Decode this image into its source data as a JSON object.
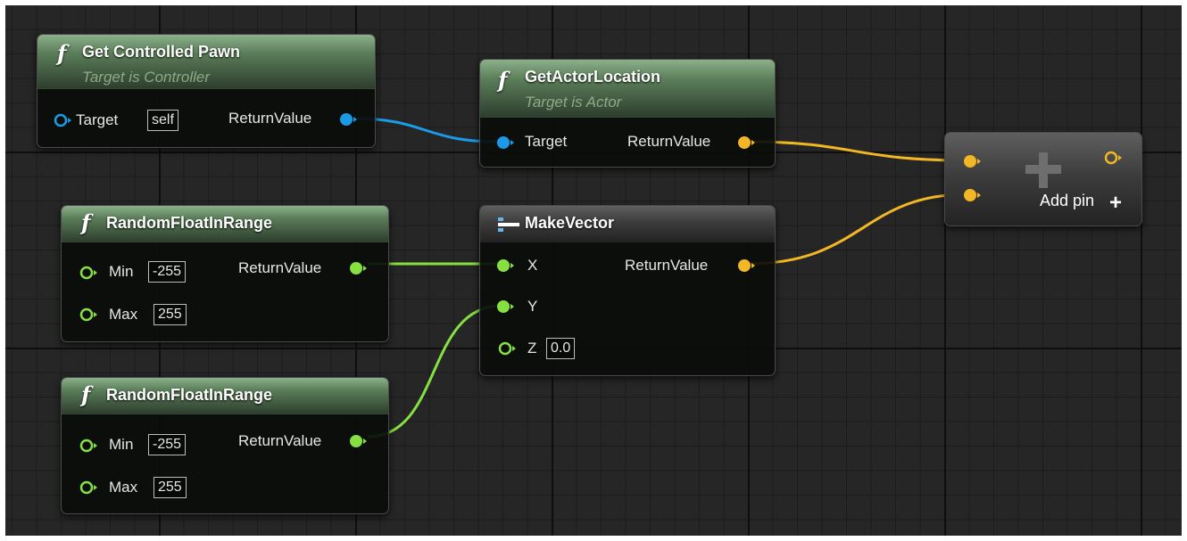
{
  "colors": {
    "object": "#1a9be8",
    "vector": "#f2b724",
    "float": "#86e042",
    "function_header": "#6c9169"
  },
  "nodes": {
    "get_controlled_pawn": {
      "icon": "function-icon",
      "title": "Get Controlled Pawn",
      "subtitle": "Target is Controller",
      "target_label": "Target",
      "target_value": "self",
      "return_label": "ReturnValue"
    },
    "get_actor_location": {
      "icon": "function-icon",
      "title": "GetActorLocation",
      "subtitle": "Target is Actor",
      "target_label": "Target",
      "return_label": "ReturnValue"
    },
    "random_float_1": {
      "icon": "function-icon",
      "title": "RandomFloatInRange",
      "min_label": "Min",
      "min_value": "-255",
      "max_label": "Max",
      "max_value": "255",
      "return_label": "ReturnValue"
    },
    "make_vector": {
      "icon": "make-struct-icon",
      "title": "MakeVector",
      "x_label": "X",
      "y_label": "Y",
      "z_label": "Z",
      "z_value": "0.0",
      "return_label": "ReturnValue"
    },
    "random_float_2": {
      "icon": "function-icon",
      "title": "RandomFloatInRange",
      "min_label": "Min",
      "min_value": "-255",
      "max_label": "Max",
      "max_value": "255",
      "return_label": "ReturnValue"
    },
    "add_node": {
      "icon": "add-icon",
      "add_pin_label": "Add pin",
      "add_pin_icon": "+"
    }
  }
}
